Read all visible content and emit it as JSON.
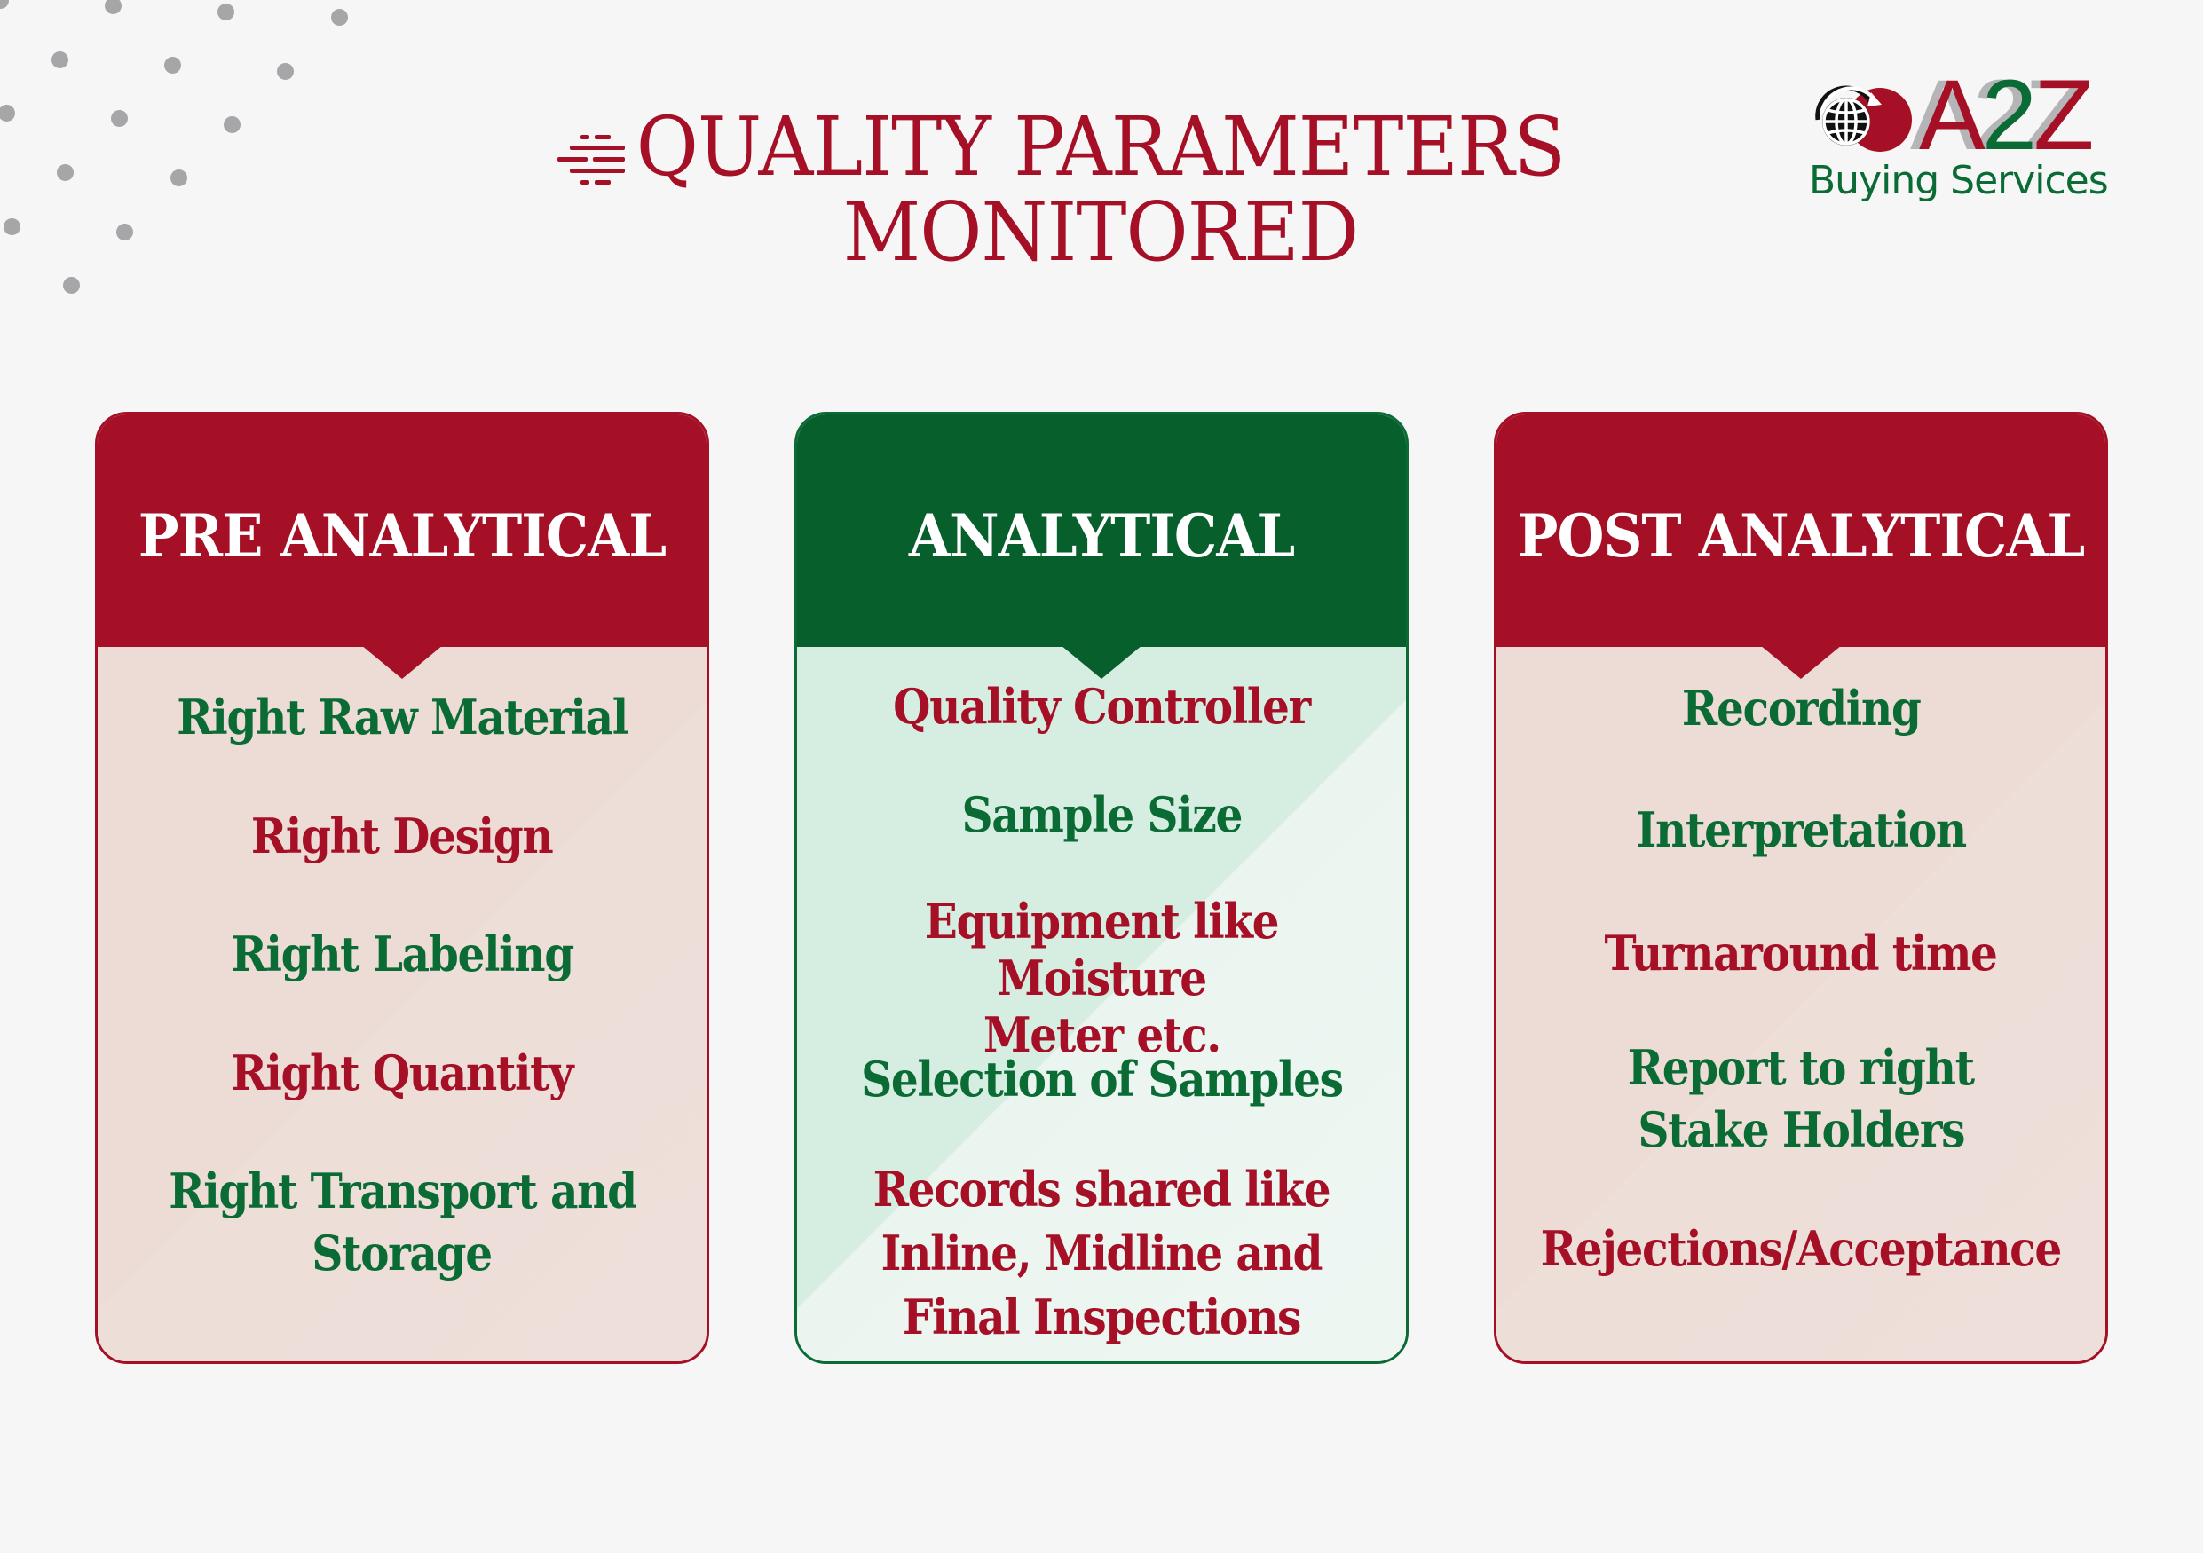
{
  "title": {
    "line1": "QUALITY PARAMETERS",
    "line2": "MONITORED"
  },
  "logo": {
    "icon": "globe-arrow-icon",
    "letters": [
      "A",
      "2",
      "Z"
    ],
    "subtitle": "Buying Services"
  },
  "colors": {
    "brand_red": "#a51026",
    "brand_green": "#0b6b35",
    "background": "#f6f6f7",
    "dots": "#a6a6a9"
  },
  "cards": [
    {
      "title": "PRE ANALYTICAL",
      "theme": "red",
      "items": [
        {
          "text": "Right Raw Material",
          "color": "green"
        },
        {
          "text": "Right Design",
          "color": "red"
        },
        {
          "text": "Right Labeling",
          "color": "green"
        },
        {
          "text": "Right Quantity",
          "color": "red"
        },
        {
          "text": "Right Transport and\nStorage",
          "lines": [
            "Right Transport and",
            "Storage"
          ],
          "color": "green"
        }
      ]
    },
    {
      "title": "ANALYTICAL",
      "theme": "green",
      "items": [
        {
          "text": "Quality Controller",
          "color": "red"
        },
        {
          "text": "Sample Size",
          "color": "green"
        },
        {
          "text": "Equipment like Moisture Meter etc.",
          "lines": [
            "Equipment like Moisture",
            "Meter etc."
          ],
          "color": "red"
        },
        {
          "text": "Selection of Samples",
          "color": "green"
        },
        {
          "text": "Records shared like Inline, Midline and Final Inspections",
          "lines": [
            "Records shared like",
            "Inline, Midline and",
            "Final Inspections"
          ],
          "color": "red"
        }
      ]
    },
    {
      "title": "POST ANALYTICAL",
      "theme": "red",
      "items": [
        {
          "text": "Recording",
          "color": "green"
        },
        {
          "text": "Interpretation",
          "color": "green"
        },
        {
          "text": "Turnaround time",
          "color": "red"
        },
        {
          "text": "Report to right Stake Holders",
          "lines": [
            "Report to right",
            "Stake Holders"
          ],
          "color": "green"
        },
        {
          "text": "Rejections/Acceptance",
          "color": "red"
        }
      ]
    }
  ]
}
